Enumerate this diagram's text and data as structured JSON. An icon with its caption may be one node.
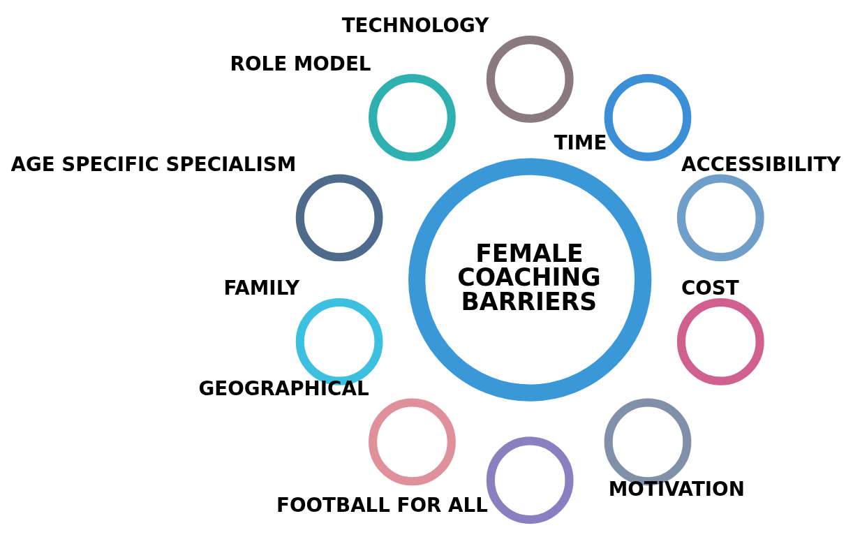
{
  "diagram": {
    "nodes": [
      {
        "text": [
          "FEMALE COACHING BARRIERS"
        ]
      },
      {
        "text": [],
        "shape": "circle",
        "beside": [
          "ACCESSIBILITY"
        ]
      },
      {
        "text": [],
        "shape": "circle",
        "beside": [
          "TIME"
        ]
      },
      {
        "text": [],
        "shape": "circle",
        "beside": [
          "TECHNOLOGY"
        ]
      },
      {
        "text": [],
        "shape": "circle",
        "beside": [
          "ROLE MODEL"
        ]
      },
      {
        "text": [],
        "shape": "circle",
        "beside": [
          "AGE SPECIFIC SPECIALISM"
        ]
      },
      {
        "text": [],
        "shape": "circle",
        "beside": [
          "FAMILY"
        ]
      },
      {
        "text": [],
        "shape": "circle",
        "beside": [
          "GEOGRAPHICAL"
        ]
      },
      {
        "text": [],
        "shape": "circle",
        "beside": [
          "FOOTBALL FOR ALL"
        ]
      },
      {
        "text": [],
        "shape": "circle",
        "beside": [
          "MOTIVATION"
        ]
      },
      {
        "text": [],
        "shape": "circle",
        "beside": [
          "COST"
        ]
      }
    ]
  }
}
